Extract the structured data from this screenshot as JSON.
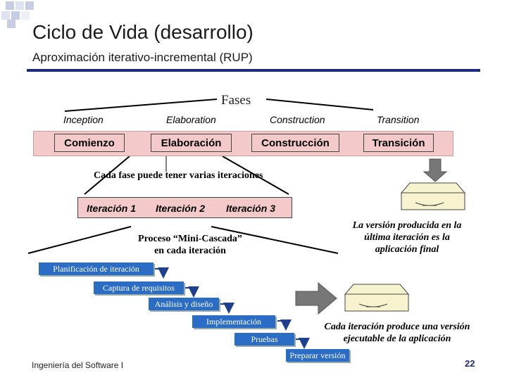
{
  "header": {
    "title": "Ciclo de Vida (desarrollo)",
    "subtitle": "Aproximación iterativo-incremental (RUP)",
    "accent": "#1f2a7a"
  },
  "diagram": {
    "fases_label": "Fases",
    "english_phases": [
      "Inception",
      "Elaboration",
      "Construction",
      "Transition"
    ],
    "phases": [
      "Comienzo",
      "Elaboración",
      "Construcción",
      "Transición"
    ],
    "iterations_note": "Cada fase puede tener varias iteraciones",
    "iterations": [
      "Iteración 1",
      "Iteración 2",
      "Iteración 3"
    ],
    "mini_cascade": [
      "Proceso “Mini-Cascada”",
      "en cada iteración"
    ],
    "steps": [
      "Planificación de iteración",
      "Captura de requisitos",
      "Análisis y diseño",
      "Implementación",
      "Pruebas",
      "Preparar versión"
    ],
    "final_note": [
      "La versión producida en la",
      "última iteración es la",
      "aplicación final"
    ],
    "iteration_note": [
      "Cada iteración produce una versión",
      "ejecutable de la aplicación"
    ],
    "colors": {
      "band": "#f3c9c9",
      "step": "#2b6cc4",
      "arrow": "#777777"
    }
  },
  "footer": {
    "left": "Ingeniería del Software I",
    "page": "22"
  }
}
